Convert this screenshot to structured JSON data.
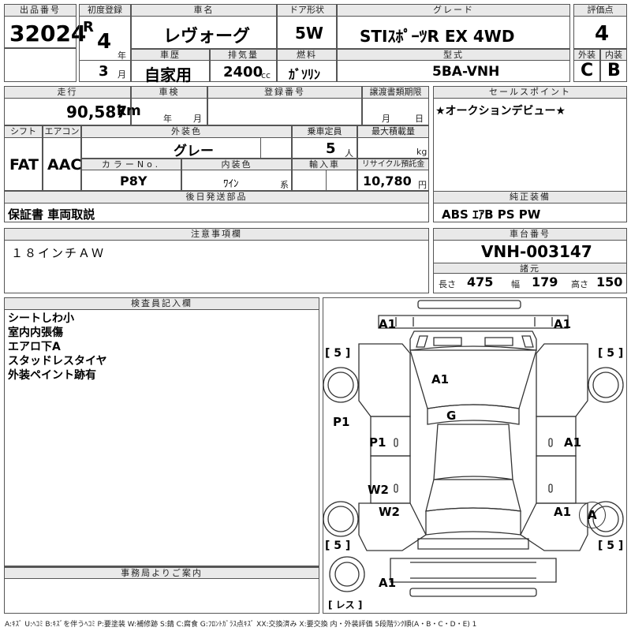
{
  "auction": {
    "label": "出品番号",
    "value": "32024"
  },
  "first_reg": {
    "label": "初度登録",
    "era": "R",
    "year": "4",
    "year_unit": "年",
    "month": "3",
    "month_unit": "月"
  },
  "car_name": {
    "label": "車名",
    "value": "レヴォーグ"
  },
  "doors": {
    "label": "ドア形状",
    "value": "5W"
  },
  "grade": {
    "label": "グレード",
    "value": "STIｽﾎﾟｰﾂR EX 4WD"
  },
  "score": {
    "label": "評価点",
    "value": "4"
  },
  "history": {
    "label": "車歴",
    "value": "自家用"
  },
  "displacement": {
    "label": "排気量",
    "value": "2400",
    "unit": "cc"
  },
  "fuel": {
    "label": "燃料",
    "value": "ｶﾞｿﾘﾝ"
  },
  "model": {
    "label": "型式",
    "value": "5BA-VNH"
  },
  "exterior_grade": {
    "label": "外装",
    "value": "C"
  },
  "interior_grade": {
    "label": "内装",
    "value": "B"
  },
  "mileage": {
    "label": "走行",
    "value": "90,587",
    "unit": "km"
  },
  "inspection": {
    "label": "車検",
    "year_unit": "年",
    "month_unit": "月"
  },
  "registration": {
    "label": "登録番号",
    "value": ""
  },
  "transfer": {
    "label": "譲渡書類期限",
    "month_unit": "月",
    "day_unit": "日"
  },
  "sales_points": {
    "label": "セールスポイント",
    "text": "★オークションデビュー★"
  },
  "shift": {
    "label": "シフト",
    "value": "FAT"
  },
  "aircon": {
    "label": "エアコン",
    "value": "AAC"
  },
  "ext_color": {
    "label": "外装色",
    "value": "グレー"
  },
  "capacity": {
    "label": "乗車定員",
    "value": "5",
    "unit": "人"
  },
  "max_load": {
    "label": "最大積載量",
    "unit": "kg"
  },
  "color_no": {
    "label": "カラーNo.",
    "value": "P8Y"
  },
  "int_color": {
    "label": "内装色",
    "value": "ﾜｲﾝ",
    "suffix": "系"
  },
  "import": {
    "label": "輸入車"
  },
  "recycle": {
    "label": "リサイクル預託金",
    "value": "10,780",
    "unit": "円"
  },
  "later_parts": {
    "label": "後日発送部品",
    "value": "保証書 車両取説"
  },
  "equipment": {
    "label": "純正装備",
    "value": "ABS ｴｱB PS PW"
  },
  "notes": {
    "label": "注意事項欄",
    "value": "１８インチＡＷ"
  },
  "chassis": {
    "label": "車台番号",
    "value": "VNH-003147"
  },
  "specs": {
    "label": "諸元",
    "length_label": "長さ",
    "length": "475",
    "width_label": "幅",
    "width": "179",
    "height_label": "高さ",
    "height": "150"
  },
  "inspector": {
    "label": "検査員記入欄",
    "lines": [
      "シートしわ小",
      "室内内張傷",
      "エアロ下A",
      "スタッドレスタイヤ",
      "外装ペイント跡有"
    ]
  },
  "office": {
    "label": "事務局よりご案内"
  },
  "diagram": {
    "marks": {
      "a1_fl": "A1",
      "a1_fr": "A1",
      "a1_roof": "A1",
      "g_glass": "G",
      "p1_left": "P1",
      "p1_door": "P1",
      "a1_rdoor": "A1",
      "w2_rear": "W2",
      "w2_left": "W2",
      "a1_rear": "A1",
      "a_circle": "A",
      "a1_bottom": "A1"
    },
    "tires": {
      "fl": "5",
      "fr": "5",
      "rl": "5",
      "rr": "5"
    },
    "spare": "レス"
  },
  "legend": "A:ｷｽﾞ U:ﾍｺﾐ B:ｷｽﾞを伴うﾍｺﾐ P:要塗装 W:補修跡 S:錆 C:腐食 G:ﾌﾛﾝﾄｶﾞﾗｽ点ｷｽﾞ XX:交換済み X:要交換 内・外装評価 5段階ﾗﾝｸ順(A・B・C・D・E) 1"
}
